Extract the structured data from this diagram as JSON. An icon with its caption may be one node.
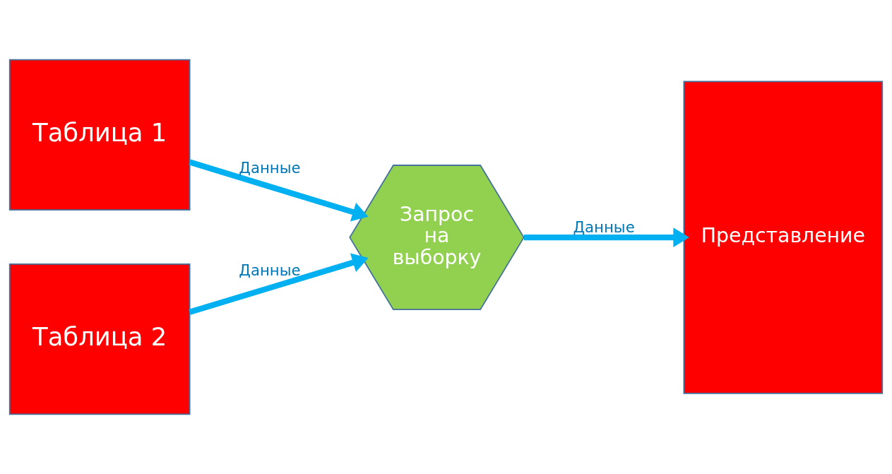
{
  "diagram": {
    "nodes": [
      {
        "text": [
          "Таблица 1"
        ]
      },
      {
        "text": [
          "Таблица 2"
        ]
      },
      {
        "text": [
          "Запрос на выборку"
        ]
      },
      {
        "text": [
          "Представление"
        ]
      }
    ],
    "edges": [
      {
        "from": 0,
        "to": 2,
        "arrow": "to",
        "label": "Данные"
      },
      {
        "from": 1,
        "to": 2,
        "arrow": "to",
        "label": "Данные"
      },
      {
        "from": 2,
        "to": 3,
        "arrow": "to",
        "label": "Данные"
      }
    ]
  }
}
